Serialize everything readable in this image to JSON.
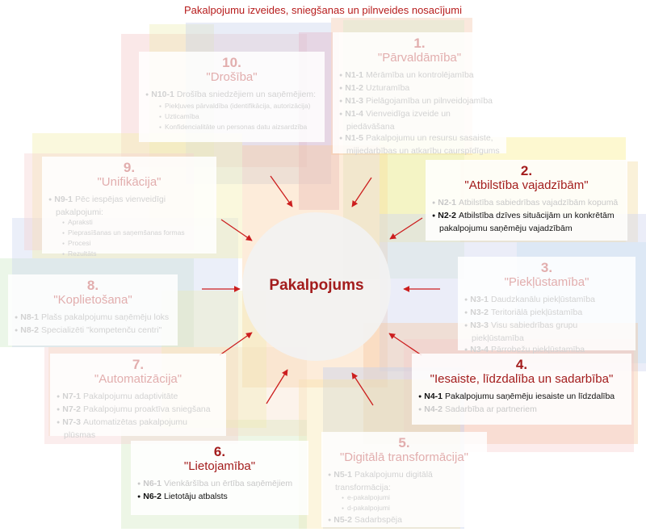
{
  "title": "Pakalpojumu izveides, sniegšanas un pilnveides nosacījumi",
  "center": "Pakalpojums",
  "colors": {
    "accent": "#a31c1c",
    "faded_heading": "#e2aeae",
    "faded_text": "#d2d2d2",
    "active_text": "#111111"
  },
  "sections": [
    {
      "number": "1.",
      "title": "\"Pārvaldāmība\"",
      "items": [
        {
          "code": "N1-1",
          "text": "Mērāmība un kontrolējamība"
        },
        {
          "code": "N1-2",
          "text": "Uzturamība"
        },
        {
          "code": "N1-3",
          "text": "Pielāgojamība un pilnveidojamība"
        },
        {
          "code": "N1-4",
          "text": "Vienveidīga izveide un piedāvāšana"
        },
        {
          "code": "N1-5",
          "text": "Pakalpojumu un resursu sasaiste, mijiedarbības un atkarību caurspīdīgums"
        }
      ]
    },
    {
      "number": "2.",
      "title": "\"Atbilstība vajadzībām\"",
      "items": [
        {
          "code": "N2-1",
          "text": "Atbilstība sabiedrības vajadzībām kopumā"
        },
        {
          "code": "N2-2",
          "text": "Atbilstība dzīves situācijām un konkrētām pakalpojumu saņēmēju vajadzībām"
        }
      ]
    },
    {
      "number": "3.",
      "title": "\"Piekļūstamība\"",
      "items": [
        {
          "code": "N3-1",
          "text": "Daudzkanālu piekļūstamība"
        },
        {
          "code": "N3-2",
          "text": "Teritoriālā piekļūstamība"
        },
        {
          "code": "N3-3",
          "text": "Visu sabiedrības grupu piekļūstamība"
        },
        {
          "code": "N3-4",
          "text": "Pārrobežu piekļūstamība"
        }
      ]
    },
    {
      "number": "4.",
      "title": "\"Iesaiste, līdzdalība un sadarbība\"",
      "items": [
        {
          "code": "N4-1",
          "text": "Pakalpojumu saņēmēju iesaiste un līdzdalība"
        },
        {
          "code": "N4-2",
          "text": "Sadarbība ar partneriem"
        }
      ]
    },
    {
      "number": "5.",
      "title": "\"Digitālā transformācija\"",
      "items": [
        {
          "code": "N5-1",
          "text": "Pakalpojumu digitālā transformācija:",
          "sub": [
            "e-pakalpojumi",
            "d-pakalpojumi"
          ]
        },
        {
          "code": "N5-2",
          "text": "Sadarbspēja"
        }
      ]
    },
    {
      "number": "6.",
      "title": "\"Lietojamība\"",
      "items": [
        {
          "code": "N6-1",
          "text": "Vienkāršība un ērtība saņēmējiem"
        },
        {
          "code": "N6-2",
          "text": "Lietotāju atbalsts"
        }
      ]
    },
    {
      "number": "7.",
      "title": "\"Automatizācija\"",
      "items": [
        {
          "code": "N7-1",
          "text": "Pakalpojumu adaptivitāte"
        },
        {
          "code": "N7-2",
          "text": "Pakalpojumu proaktīva sniegšana"
        },
        {
          "code": "N7-3",
          "text": "Automatizētas pakalpojumu plūsmas"
        }
      ]
    },
    {
      "number": "8.",
      "title": "\"Koplietošana\"",
      "items": [
        {
          "code": "N8-1",
          "text": "Plašs pakalpojumu saņēmēju loks"
        },
        {
          "code": "N8-2",
          "text": "Specializēti \"kompetenču centri\""
        }
      ]
    },
    {
      "number": "9.",
      "title": "\"Unifikācija\"",
      "items": [
        {
          "code": "N9-1",
          "text": "Pēc iespējas vienveidīgi pakalpojumi:",
          "sub": [
            "Apraksti",
            "Pieprasīšanas un saņemšanas formas",
            "Procesi",
            "Rezultāts"
          ]
        }
      ]
    },
    {
      "number": "10.",
      "title": "\"Drošība\"",
      "items": [
        {
          "code": "N10-1",
          "text": "Drošība sniedzējiem un saņēmējiem:",
          "sub": [
            "Piekļuves pārvaldība (identifikācija, autorizācija)",
            "Uzticamība",
            "Konfidencialitāte un personas datu aizsardzība"
          ]
        }
      ]
    }
  ]
}
